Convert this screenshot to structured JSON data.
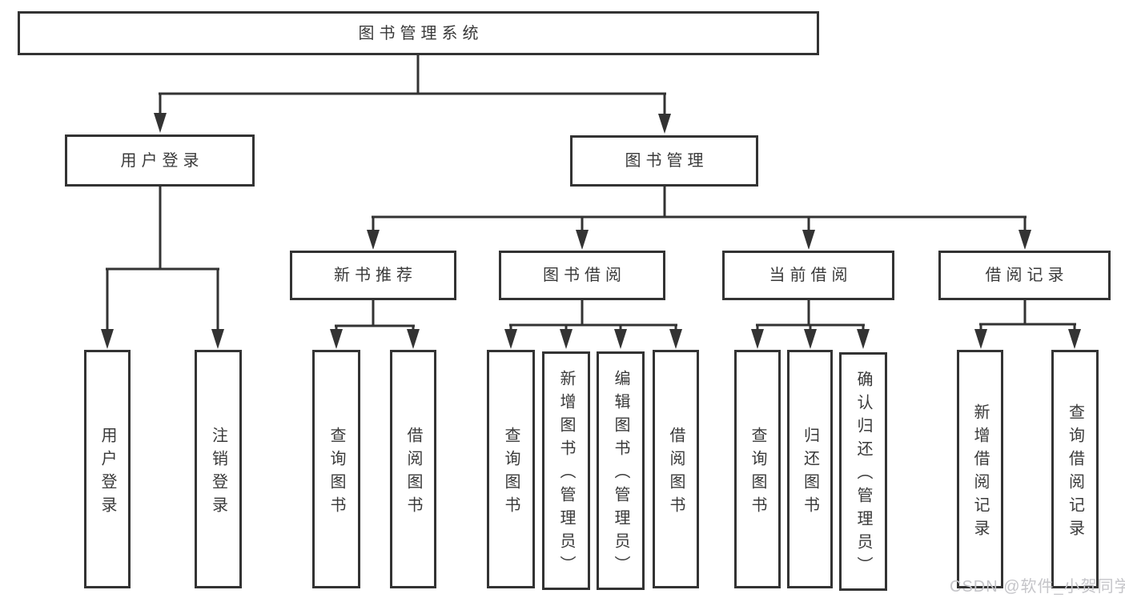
{
  "diagram_title": "图书管理系统",
  "colors": {
    "line": "#333333",
    "box_border": "#333333",
    "text": "#3a3a3a",
    "background": "#ffffff",
    "watermark": "#c5c5c9"
  },
  "tree": {
    "label": "图书管理系统",
    "children": [
      {
        "label": "用户登录",
        "children": [
          {
            "label": "用户登录"
          },
          {
            "label": "注销登录"
          }
        ]
      },
      {
        "label": "图书管理",
        "children": [
          {
            "label": "新书推荐",
            "children": [
              {
                "label": "查询图书"
              },
              {
                "label": "借阅图书"
              }
            ]
          },
          {
            "label": "图书借阅",
            "children": [
              {
                "label": "查询图书"
              },
              {
                "label": "新增图书（管理员）"
              },
              {
                "label": "编辑图书（管理员）"
              },
              {
                "label": "借阅图书"
              }
            ]
          },
          {
            "label": "当前借阅",
            "children": [
              {
                "label": "查询图书"
              },
              {
                "label": "归还图书"
              },
              {
                "label": "确认归还（管理员）"
              }
            ]
          },
          {
            "label": "借阅记录",
            "children": [
              {
                "label": "新增借阅记录"
              },
              {
                "label": "查询借阅记录"
              }
            ]
          }
        ]
      }
    ]
  },
  "watermark": {
    "text": "CSDN @软件_小贺同学"
  }
}
